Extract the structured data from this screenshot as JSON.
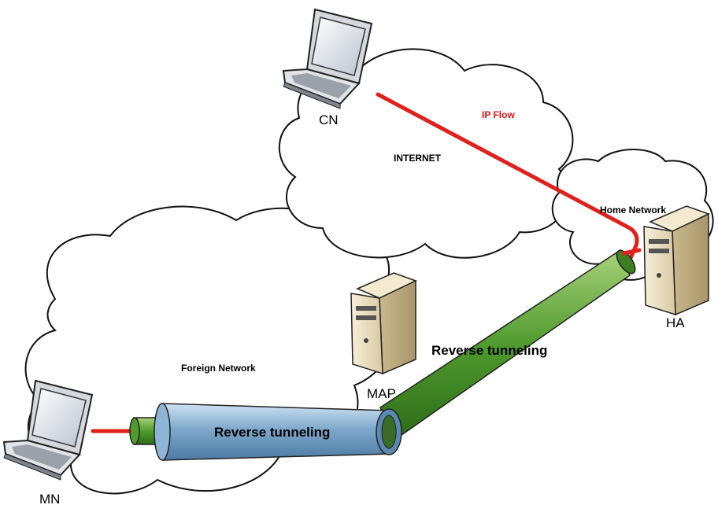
{
  "clouds": {
    "internet": "INTERNET",
    "home": "Home Network",
    "foreign": "Foreign Network"
  },
  "devices": {
    "cn": "CN",
    "ha": "HA",
    "map": "MAP",
    "mn": "MN"
  },
  "flow": {
    "ip_flow": "IP Flow"
  },
  "tunnels": {
    "upper": "Reverse tunneling",
    "lower": "Reverse tunneling"
  },
  "colors": {
    "ip_flow_line": "#e0201c",
    "tunnel_green": "#5ea23a",
    "tunnel_blue": "#7fa9cc",
    "server_body": "#e9dfc2"
  }
}
